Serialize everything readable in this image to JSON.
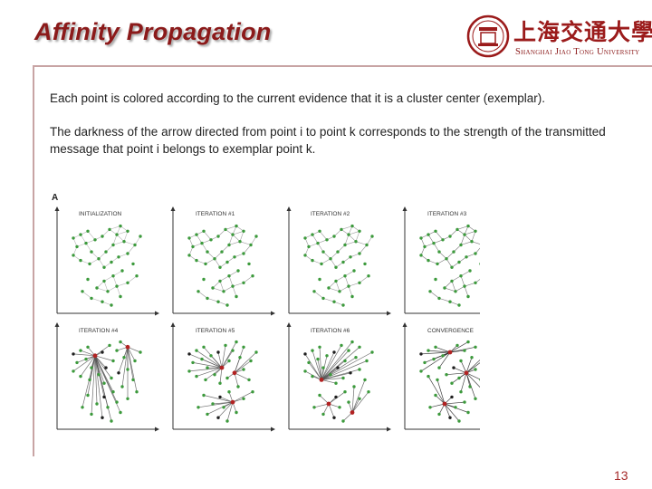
{
  "slide": {
    "title": "Affinity Propagation",
    "paragraph1": "Each point is colored according to the current evidence that it is a cluster center (exemplar).",
    "paragraph2": "The darkness of the arrow directed from point i to point k corresponds to the strength of the transmitted message that point i belongs to exemplar point k.",
    "page_number": "13"
  },
  "logo": {
    "name_cn": "上海交通大學",
    "name_en": "Shanghai Jiao Tong University"
  },
  "figure": {
    "label": "A",
    "panels": [
      "INITIALIZATION",
      "ITERATION #1",
      "ITERATION #2",
      "ITERATION #3",
      "ITERATION #4",
      "ITERATION #5",
      "ITERATION #6",
      "CONVERGENCE"
    ]
  },
  "colors": {
    "title": "#8b1a1a",
    "accent": "#9b1b1b",
    "frame": "#c8a4a4",
    "point_green": "#3c9a3c",
    "exemplar_red": "#b22222"
  }
}
